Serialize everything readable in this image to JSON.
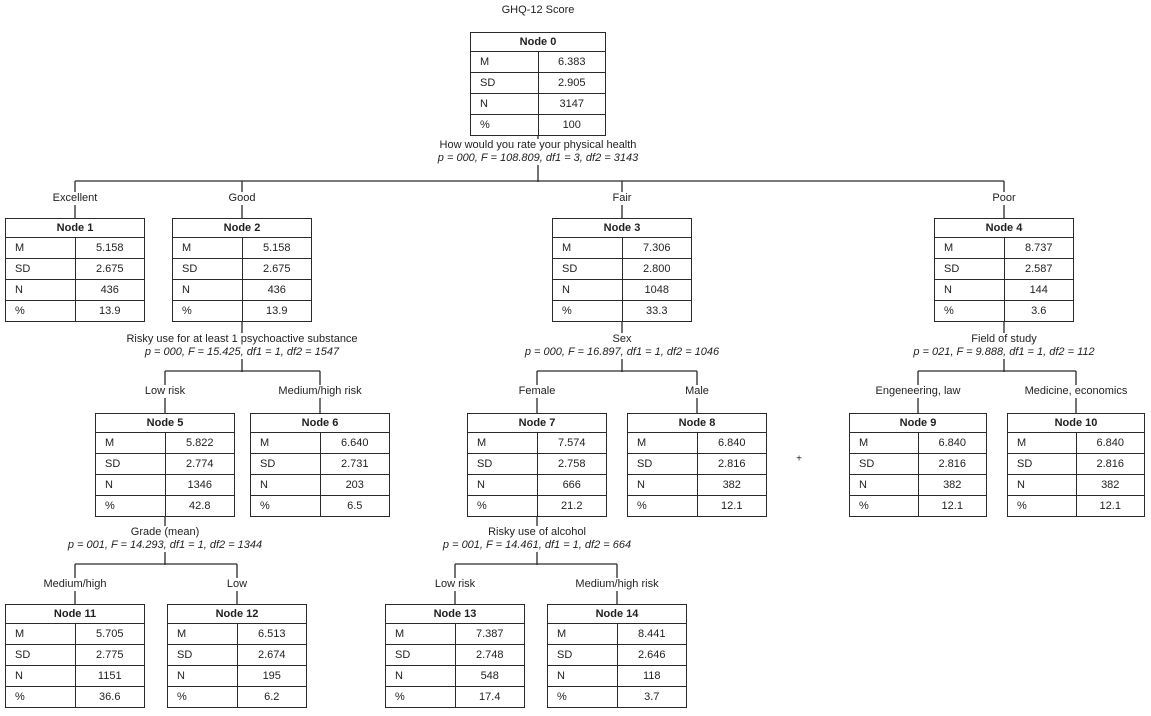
{
  "title": "GHQ-12 Score",
  "annotation_mark": "+",
  "stat_labels": {
    "m": "M",
    "sd": "SD",
    "n": "N",
    "pct": "%"
  },
  "nodes": [
    {
      "header": "Node 0",
      "m": "6.383",
      "sd": "2.905",
      "n": "3147",
      "pct": "100"
    },
    {
      "header": "Node 1",
      "m": "5.158",
      "sd": "2.675",
      "n": "436",
      "pct": "13.9"
    },
    {
      "header": "Node 2",
      "m": "5.158",
      "sd": "2.675",
      "n": "436",
      "pct": "13.9"
    },
    {
      "header": "Node 3",
      "m": "7.306",
      "sd": "2.800",
      "n": "1048",
      "pct": "33.3"
    },
    {
      "header": "Node 4",
      "m": "8.737",
      "sd": "2.587",
      "n": "144",
      "pct": "3.6"
    },
    {
      "header": "Node 5",
      "m": "5.822",
      "sd": "2.774",
      "n": "1346",
      "pct": "42.8"
    },
    {
      "header": "Node 6",
      "m": "6.640",
      "sd": "2.731",
      "n": "203",
      "pct": "6.5"
    },
    {
      "header": "Node 7",
      "m": "7.574",
      "sd": "2.758",
      "n": "666",
      "pct": "21.2"
    },
    {
      "header": "Node 8",
      "m": "6.840",
      "sd": "2.816",
      "n": "382",
      "pct": "12.1"
    },
    {
      "header": "Node 9",
      "m": "6.840",
      "sd": "2.816",
      "n": "382",
      "pct": "12.1"
    },
    {
      "header": "Node 10",
      "m": "6.840",
      "sd": "2.816",
      "n": "382",
      "pct": "12.1"
    },
    {
      "header": "Node 11",
      "m": "5.705",
      "sd": "2.775",
      "n": "1151",
      "pct": "36.6"
    },
    {
      "header": "Node 12",
      "m": "6.513",
      "sd": "2.674",
      "n": "195",
      "pct": "6.2"
    },
    {
      "header": "Node 13",
      "m": "7.387",
      "sd": "2.748",
      "n": "548",
      "pct": "17.4"
    },
    {
      "header": "Node 14",
      "m": "8.441",
      "sd": "2.646",
      "n": "118",
      "pct": "3.7"
    }
  ],
  "splits": [
    {
      "variable": "How would you rate your physical health",
      "stats": "p = 000, F = 108.809, df1 = 3, df2 = 3143"
    },
    {
      "variable": "Risky use for at least 1 psychoactive substance",
      "stats": "p = 000, F = 15.425, df1 = 1, df2 = 1547"
    },
    {
      "variable": "Sex",
      "stats": "p = 000, F = 16.897, df1 = 1, df2 = 1046"
    },
    {
      "variable": "Field of study",
      "stats": "p = 021, F = 9.888, df1 = 1, df2 = 112"
    },
    {
      "variable": "Grade (mean)",
      "stats": "p = 001, F = 14.293, df1 = 1, df2 = 1344"
    },
    {
      "variable": "Risky use of alcohol",
      "stats": "p = 001, F = 14.461, df1 = 1, df2 = 664"
    }
  ],
  "branch_labels": [
    {
      "label": "Excellent"
    },
    {
      "label": "Good"
    },
    {
      "label": "Fair"
    },
    {
      "label": "Poor"
    },
    {
      "label": "Low risk"
    },
    {
      "label": "Medium/high risk"
    },
    {
      "label": "Female"
    },
    {
      "label": "Male"
    },
    {
      "label": "Engeneering, law"
    },
    {
      "label": "Medicine, economics"
    },
    {
      "label": "Medium/high"
    },
    {
      "label": "Low"
    },
    {
      "label": "Low risk"
    },
    {
      "label": "Medium/high risk"
    }
  ],
  "colors": {
    "line": "#2a2a2a",
    "text": "#1f1f1f",
    "background": "#ffffff"
  }
}
